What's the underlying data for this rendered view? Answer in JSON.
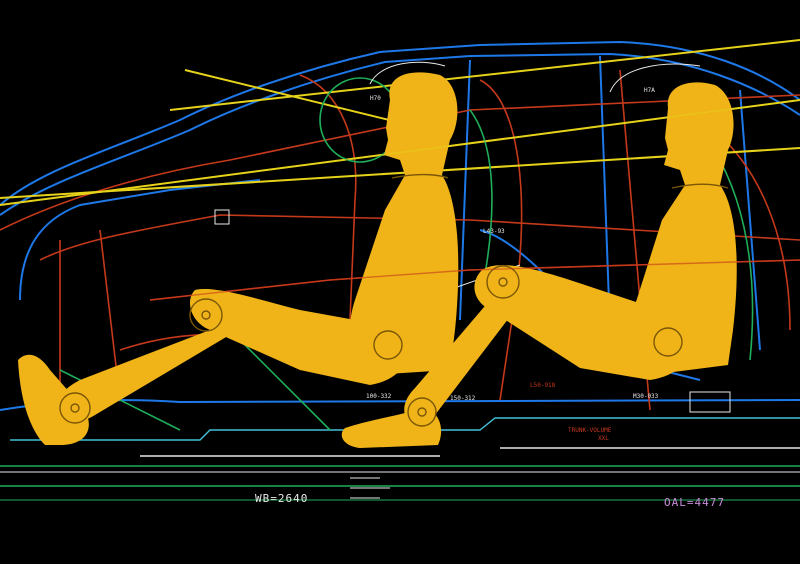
{
  "labels": {
    "wheelbase": "WB=2640",
    "overall_length": "OAL=4477",
    "front_h_point": "H70",
    "rear_h_point": "H7A",
    "front_floor_dim": "100-332",
    "rear_floor_dim": "150-312",
    "rear_heel_dim": "L50-918",
    "rear_seat_dim": "M30-033",
    "lower_back_dim": "L43-93",
    "trunk_note": "TRUNK-VOLUME",
    "trunk_size": "XXL"
  },
  "colors": {
    "background": "#000000",
    "body_outline_blue": "#1e78e8",
    "interior_red": "#c5391b",
    "ground_green": "#1fae5a",
    "sightline_yellow": "#e6d21a",
    "mannequin_fill": "#f0b418",
    "detail_white": "#e8e8e8",
    "trim_cyan": "#43c0d8",
    "annotation_magenta": "#c889d8"
  }
}
